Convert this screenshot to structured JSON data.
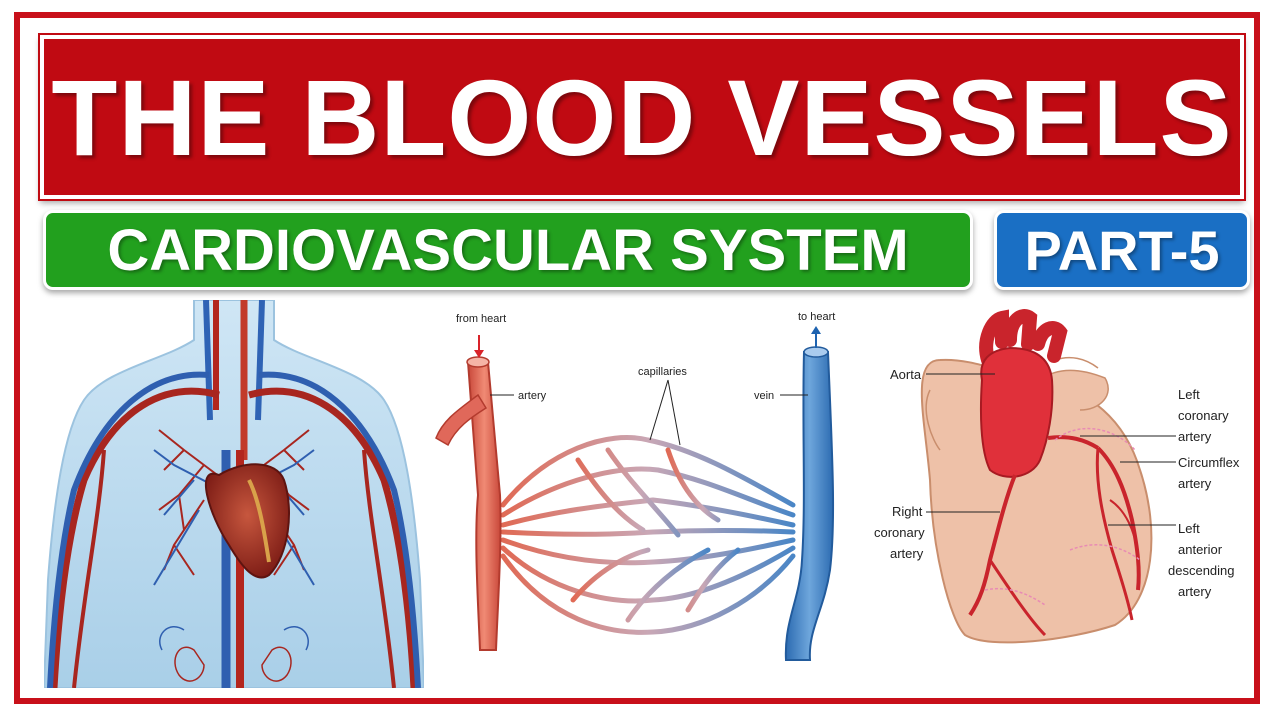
{
  "title": "THE BLOOD VESSELS",
  "subtitle": "CARDIOVASCULAR SYSTEM",
  "part": "PART-5",
  "vessel_diagram": {
    "from_heart": "from heart",
    "to_heart": "to heart",
    "artery": "artery",
    "vein": "vein",
    "capillaries": "capillaries"
  },
  "heart_diagram": {
    "aorta": "Aorta",
    "left_coronary_1": "Left",
    "left_coronary_2": "coronary",
    "left_coronary_3": "artery",
    "circumflex_1": "Circumflex",
    "circumflex_2": "artery",
    "right_coronary_1": "Right",
    "right_coronary_2": "coronary",
    "right_coronary_3": "artery",
    "lad_1": "Left",
    "lad_2": "anterior",
    "lad_3": "descending",
    "lad_4": "artery"
  },
  "colors": {
    "frame": "#c8101a",
    "title_bg": "#c00a12",
    "subtitle_bg": "#22a01e",
    "part_bg": "#1a6fc4",
    "artery": "#d9534a",
    "vein": "#3b7fc4"
  }
}
